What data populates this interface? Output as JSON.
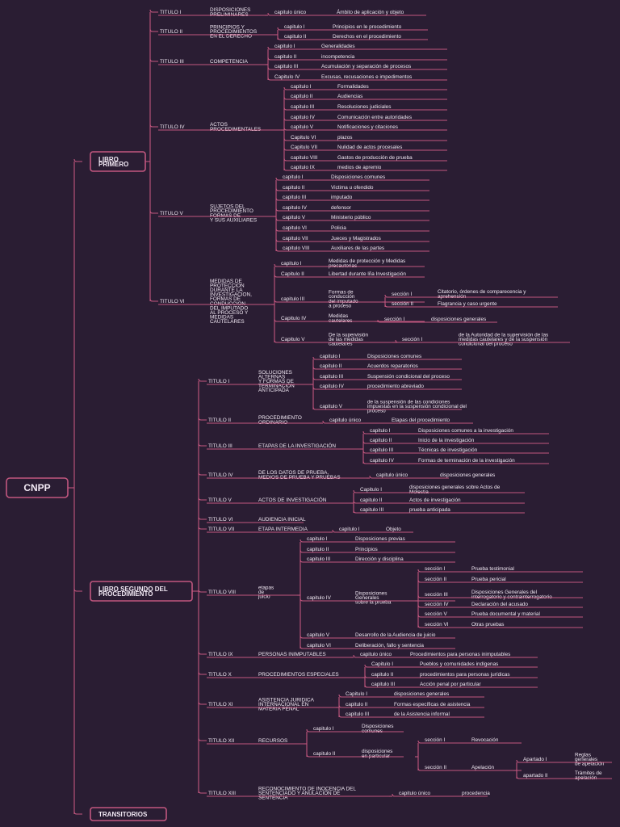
{
  "root": "CNPP",
  "libros": [
    {
      "label": [
        "LIBRO",
        "PRIMERO"
      ],
      "titulos": [
        {
          "label": "TITULO I",
          "name": [
            "DISPOSICIONES",
            "PRELIMINARES"
          ],
          "children": [
            {
              "label": "capitulo único",
              "text": [
                "Ámbito de aplicación y objeto"
              ]
            }
          ]
        },
        {
          "label": "TITULO II",
          "name": [
            "PRINCIPIOS Y",
            "PROCEDIMIENTOS",
            "EN EL DERECHO"
          ],
          "children": [
            {
              "label": "capitulo I",
              "text": [
                "Principios en le procedimiento"
              ]
            },
            {
              "label": "capitulo II",
              "text": [
                "Derechos en el procedimiento"
              ]
            }
          ]
        },
        {
          "label": "TITULO III",
          "name": [
            "COMPETENCIA"
          ],
          "children": [
            {
              "label": "capitulo I",
              "text": [
                "Generalidades"
              ]
            },
            {
              "label": "capitulo II",
              "text": [
                "incompetencia"
              ]
            },
            {
              "label": "capitulo III",
              "text": [
                "Acumulación y separación de procesos"
              ]
            },
            {
              "label": "Capitulo IV",
              "text": [
                "Excusas, recusaciones e impedimentos"
              ]
            }
          ]
        },
        {
          "label": "TITULO IV",
          "name": [
            "ACTOS",
            "PROCEDIMENTALES"
          ],
          "children": [
            {
              "label": "capitulo I",
              "text": [
                "Formalidades"
              ]
            },
            {
              "label": "capitulo II",
              "text": [
                "Audiencias"
              ]
            },
            {
              "label": "capitulo III",
              "text": [
                "Resoluciones judiciales"
              ]
            },
            {
              "label": "capitulo IV",
              "text": [
                "Comunicación entre autoridades"
              ]
            },
            {
              "label": "capitulo V",
              "text": [
                "Notificaciones y citaciones"
              ]
            },
            {
              "label": "Capitulo VI",
              "text": [
                "plazos"
              ]
            },
            {
              "label": "Capitulo VII",
              "text": [
                "Nulidad de actos procesales"
              ]
            },
            {
              "label": "capitulo VIII",
              "text": [
                "Gastos de producción de prueba"
              ]
            },
            {
              "label": "capitulo IX",
              "text": [
                "medios de apremio"
              ]
            }
          ]
        },
        {
          "label": "TITULO V",
          "name": [
            "SUJETOS DEL",
            "PROCEDIMIENTO",
            "FORMAS DE",
            "Y SUS AUXILIARES"
          ],
          "children": [
            {
              "label": "capitulo I",
              "text": [
                "Disposiciones comunes"
              ]
            },
            {
              "label": "capitulo II",
              "text": [
                "Victima u ofendido"
              ]
            },
            {
              "label": "capitulo III",
              "text": [
                "imputado"
              ]
            },
            {
              "label": "capitulo IV",
              "text": [
                "defensor"
              ]
            },
            {
              "label": "capitulo V",
              "text": [
                "Ministerio público"
              ]
            },
            {
              "label": "capitulo VI",
              "text": [
                "Policia"
              ]
            },
            {
              "label": "capitulo VII",
              "text": [
                "Jueces y Magistrados"
              ]
            },
            {
              "label": "capitulo VIII",
              "text": [
                "Auxiliares de las partes"
              ]
            }
          ]
        },
        {
          "label": "TITULO VI",
          "name": [
            "MEDIDAS DE",
            "PROTECCION",
            "DURANTE LA",
            "INVESTIGACION,",
            "FORMAS DE",
            "CONDUCCION",
            "DEL IMPUTADO",
            "AL PROCESO Y",
            "MEDIDAS",
            "CAUTELARES"
          ],
          "children": [
            {
              "label": "capitulo I",
              "text": [
                "Medidas de protección y Medidas",
                "precautorias"
              ]
            },
            {
              "label": "Capitulo II",
              "text": [
                "Libertad durante lña Investigación"
              ]
            },
            {
              "label": "capitulo III",
              "text": [
                "Formas de",
                "conducción",
                "del imputado",
                "a proceso"
              ],
              "children": [
                {
                  "label": "sección I",
                  "text": [
                    "Citatorio, órdenes de comparecencia y",
                    "aprehensión"
                  ]
                },
                {
                  "label": "sección II",
                  "text": [
                    "Flagrancia y caso urgente"
                  ]
                }
              ]
            },
            {
              "label": "Capitulo IV",
              "text": [
                "Medidas",
                "cautelares"
              ],
              "children": [
                {
                  "label": "sección I",
                  "text": [
                    "disposiciones generales"
                  ]
                }
              ]
            },
            {
              "label": "Capitulo V",
              "text": [
                "De la supervisión",
                "de las medidas",
                "cautelares"
              ],
              "children": [
                {
                  "label": "sección I",
                  "text": [
                    "de la Autoridad de la supervisión de las",
                    "medidas cautelares y de la suspensión",
                    "condicional del proceso"
                  ]
                }
              ]
            }
          ]
        }
      ]
    },
    {
      "label": [
        "LIBRO SEGUNDO DEL",
        "PROCEDIMIENTO"
      ],
      "titulos": [
        {
          "label": "TITULO I",
          "name": [
            "SOLUCIONES",
            "ALTERNAS",
            "Y FORMAS DE",
            "TERMINACIÓN",
            "ANTICIPADA"
          ],
          "children": [
            {
              "label": "capitulo I",
              "text": [
                "Disposiciones comunes"
              ]
            },
            {
              "label": "capitulo II",
              "text": [
                "Acuerdos reparatorios"
              ]
            },
            {
              "label": "capitulo III",
              "text": [
                "Suspensión condicional del proceso"
              ]
            },
            {
              "label": "capitulo IV",
              "text": [
                "procedimiento abreviado"
              ]
            },
            {
              "label": "capitulo V",
              "text": [
                "de la suspensión de las condiciones",
                "impuestas en la suspensión condicional del",
                "proceso"
              ]
            }
          ]
        },
        {
          "label": "TITULO II",
          "name": [
            "PROCEDIMIENTO",
            "ORDINARIO"
          ],
          "children": [
            {
              "label": "capitulo único",
              "text": [
                "Etapas del procedimiento"
              ]
            }
          ]
        },
        {
          "label": "TITULO III",
          "name": [
            "ETAPAS DE LA INVESTIGACIÓN"
          ],
          "children": [
            {
              "label": "capitulo I",
              "text": [
                "Disposiciones comunes a la investigación"
              ]
            },
            {
              "label": "capitulo II",
              "text": [
                "Inicio de la investigación"
              ]
            },
            {
              "label": "capitulo III",
              "text": [
                "Técnicas de investigación"
              ]
            },
            {
              "label": "capitulo IV",
              "text": [
                "Formas de terminación de la investigación"
              ]
            }
          ]
        },
        {
          "label": "TITULO IV",
          "name": [
            "DE LOS DATOS DE PRUEBA,",
            "MEDIOS DE PRUEBA Y PRUEBAS"
          ],
          "children": [
            {
              "label": "capitulo único",
              "text": [
                "disposiciones generales"
              ]
            }
          ]
        },
        {
          "label": "TITULO V",
          "name": [
            "ACTOS DE INVESTIGACIÓN"
          ],
          "children": [
            {
              "label": "Capitulo I",
              "text": [
                "disposiciones generales sobre Actos de",
                "Molestia"
              ]
            },
            {
              "label": "capitulo II",
              "text": [
                "Actos de investigación"
              ]
            },
            {
              "label": "capitulo III",
              "text": [
                "prueba anticipada"
              ]
            }
          ]
        },
        {
          "label": "TITULO VI",
          "name": [
            "AUDIENCIA INICIAL"
          ],
          "children": []
        },
        {
          "label": "TITULO VII",
          "name": [
            "ETAPA INTERMEDIA"
          ],
          "children": [
            {
              "label": "capitulo I",
              "text": [
                "Objeto"
              ]
            }
          ]
        },
        {
          "label": "TITULO VIII",
          "name": [
            "etapas",
            "de",
            "juicio"
          ],
          "children": [
            {
              "label": "capitulo I",
              "text": [
                "Disposiciones previas"
              ]
            },
            {
              "label": "capitulo II",
              "text": [
                "Principios"
              ]
            },
            {
              "label": "capitulo III",
              "text": [
                "Dirección y disciplina"
              ]
            },
            {
              "label": "capitulo IV",
              "text": [
                "Disposiciones",
                "Generales",
                "sobre la prueba"
              ],
              "children": [
                {
                  "label": "sección I",
                  "text": [
                    "Prueba testimonial"
                  ]
                },
                {
                  "label": "sección II",
                  "text": [
                    "Prueba pericial"
                  ]
                },
                {
                  "label": "sección III",
                  "text": [
                    "Disposiciones Generales del",
                    "interrogatorio y contrainterrogatorio"
                  ]
                },
                {
                  "label": "sección IV",
                  "text": [
                    "Declaración del acusado"
                  ]
                },
                {
                  "label": "sección V",
                  "text": [
                    "Prueba documental y material"
                  ]
                },
                {
                  "label": "sección VI",
                  "text": [
                    "Otras pruebas"
                  ]
                }
              ]
            },
            {
              "label": "capitulo V",
              "text": [
                "Desarrollo de la Audiencia de juicio"
              ]
            },
            {
              "label": "capitulo VI",
              "text": [
                "Deliberación, fallo y sentencia"
              ]
            }
          ]
        },
        {
          "label": "TITULO IX",
          "name": [
            "PERSONAS INIMPUTABLES"
          ],
          "children": [
            {
              "label": "capitulo único",
              "text": [
                "Procedimientos para personas inimputables"
              ]
            }
          ]
        },
        {
          "label": "TITULO X",
          "name": [
            "PROCEDIMIENTOS ESPECIALES"
          ],
          "children": [
            {
              "label": "Capitulo I",
              "text": [
                "Pueblos y comunidades indígenas"
              ]
            },
            {
              "label": "capitulo II",
              "text": [
                "procedimientos para personas jurídicas"
              ]
            },
            {
              "label": "capitulo III",
              "text": [
                "Acción penal por particular"
              ]
            }
          ]
        },
        {
          "label": "TITULO XI",
          "name": [
            "ASISTENCIA JURIDICA",
            "INTERNACIONAL EN",
            "MATERIA PENAL"
          ],
          "children": [
            {
              "label": "Capitulo I",
              "text": [
                "disposiciones generales"
              ]
            },
            {
              "label": "capitulo II",
              "text": [
                "Formas específicas de asistencia"
              ]
            },
            {
              "label": "capitulo III",
              "text": [
                "de la Asistencia informal"
              ]
            }
          ]
        },
        {
          "label": "TITULO XII",
          "name": [
            "RECURSOS"
          ],
          "children": [
            {
              "label": "capitulo I",
              "text": [
                "Disposiciones",
                "comunes"
              ]
            },
            {
              "label": "capitulo II",
              "text": [
                "disposiciones",
                "en particular"
              ],
              "children": [
                {
                  "label": "sección I",
                  "text": [
                    "Revocación"
                  ]
                },
                {
                  "label": "sección II",
                  "text": [
                    "Apelación"
                  ],
                  "children": [
                    {
                      "label": "Apartado I",
                      "text": [
                        "Reglas",
                        "generales",
                        "de apelación"
                      ]
                    },
                    {
                      "label": "apartado II",
                      "text": [
                        "Trámites de",
                        "apelación"
                      ]
                    }
                  ]
                }
              ]
            }
          ]
        },
        {
          "label": "TITULO XIII",
          "name": [
            "RECONOCIMIENTO DE INOCENCIA DEL",
            "SENTENCIADO Y ANULACIÓN DE",
            "SENTENCIA"
          ],
          "children": [
            {
              "label": "capitulo único",
              "text": [
                "procedencia"
              ]
            }
          ]
        }
      ]
    },
    {
      "label": [
        "TRANSITORIOS"
      ],
      "titulos": []
    }
  ]
}
